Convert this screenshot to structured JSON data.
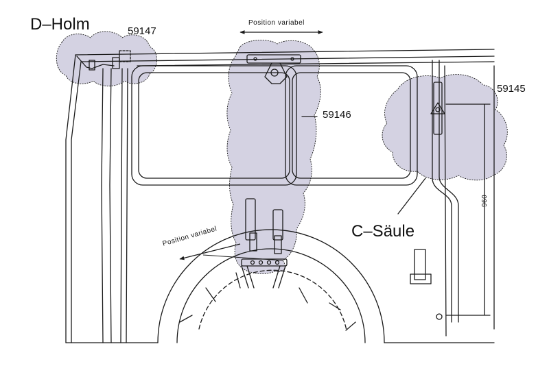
{
  "labels": {
    "d_holm": "D–Holm",
    "c_saeule": "C–Säule",
    "part_59147": "59147",
    "part_59146": "59146",
    "part_59145": "59145",
    "position_top": "Position variabel",
    "position_bottom": "Position variabel",
    "dimension_960": "960"
  },
  "colors": {
    "cloud_fill": "#d4d2e2",
    "line": "#1a1a1a",
    "background": "#ffffff"
  }
}
